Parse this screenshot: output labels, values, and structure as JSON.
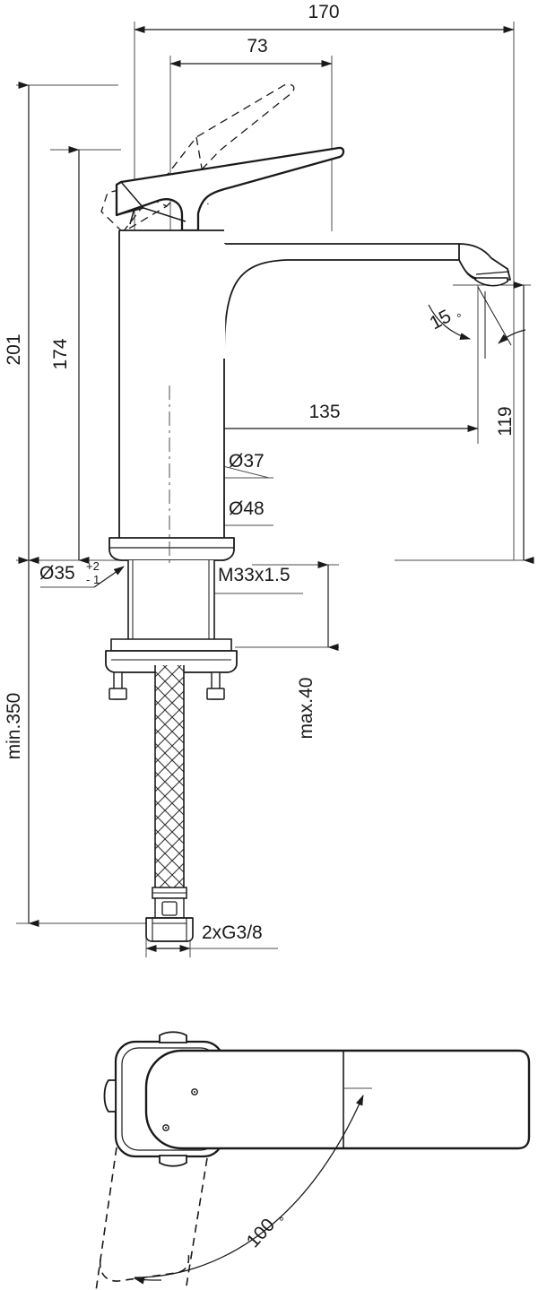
{
  "drawing": {
    "type": "technical-dimension-drawing",
    "subject": "single-lever basin mixer tap",
    "units": "mm",
    "line_color": "#1a1a1a",
    "dimension_line_color": "#4d4d4d",
    "background_color": "#ffffff"
  },
  "views": {
    "elevation": {
      "name": "front elevation with handle raised (dashed)"
    },
    "plan": {
      "name": "top plan view with swivel range"
    }
  },
  "dimensions": {
    "overall_width": "170",
    "handle_reach": "73",
    "overall_height": "201",
    "body_height": "174",
    "spout_reach": "135",
    "spout_height": "119",
    "aerator_angle": "15",
    "body_diameter_upper": "Ø37",
    "body_diameter_base": "Ø48",
    "hole_diameter": "Ø35",
    "hole_tol_plus": "+2",
    "hole_tol_minus": "- 1",
    "thread": "M33x1.5",
    "max_deck_thickness": "max.40",
    "min_hose_length": "min.350",
    "supply_connection": "2xG3/8",
    "swivel_angle": "100",
    "degree_symbol": "°"
  }
}
